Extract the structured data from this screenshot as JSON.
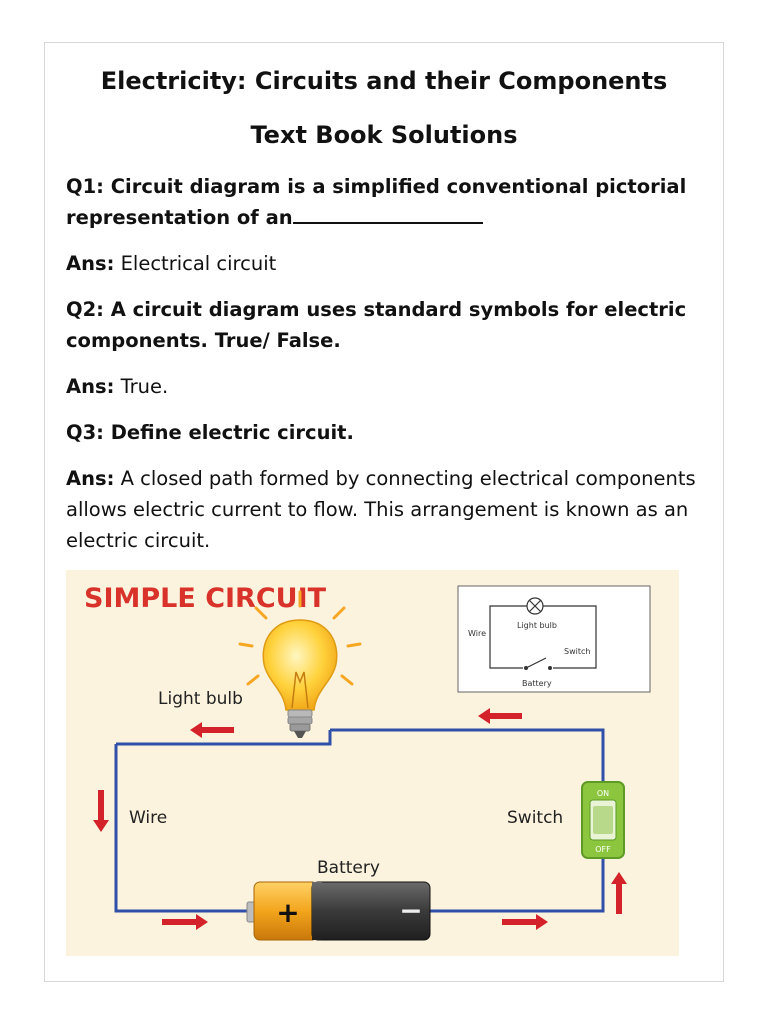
{
  "header": {
    "title": "Electricity: Circuits and their Components",
    "subtitle": "Text Book Solutions"
  },
  "qa": [
    {
      "q_label": "Q1:",
      "q_text": "Circuit diagram is a simplified conventional pictorial representation of an",
      "a_label": "Ans:",
      "a_text": "Electrical circuit"
    },
    {
      "q_label": "Q2:",
      "q_text": "A circuit diagram uses standard symbols for electric components. True/ False.",
      "a_label": "Ans:",
      "a_text": "True."
    },
    {
      "q_label": "Q3:",
      "q_text": "Define electric circuit.",
      "a_label": "Ans:",
      "a_text": "A closed path formed by connecting electrical components allows electric current to flow. This arrangement is known as an electric circuit."
    }
  ],
  "figure": {
    "title": "SIMPLE CIRCUIT",
    "labels": {
      "light_bulb": "Light bulb",
      "wire": "Wire",
      "switch": "Switch",
      "battery": "Battery",
      "switch_on": "ON",
      "switch_off": "OFF",
      "battery_plus": "+",
      "battery_minus": "−"
    },
    "inset": {
      "wire": "Wire",
      "light_bulb": "Light bulb",
      "switch": "Switch",
      "battery": "Battery"
    },
    "colors": {
      "title_red": "#d9322b",
      "wire_blue": "#2f4fa8",
      "arrow_red": "#d4222a",
      "bulb_yellow": "#ffd23c",
      "switch_green": "#8cc63f",
      "battery_gold": "#f3a51c",
      "battery_dark": "#3a3a3a"
    }
  }
}
